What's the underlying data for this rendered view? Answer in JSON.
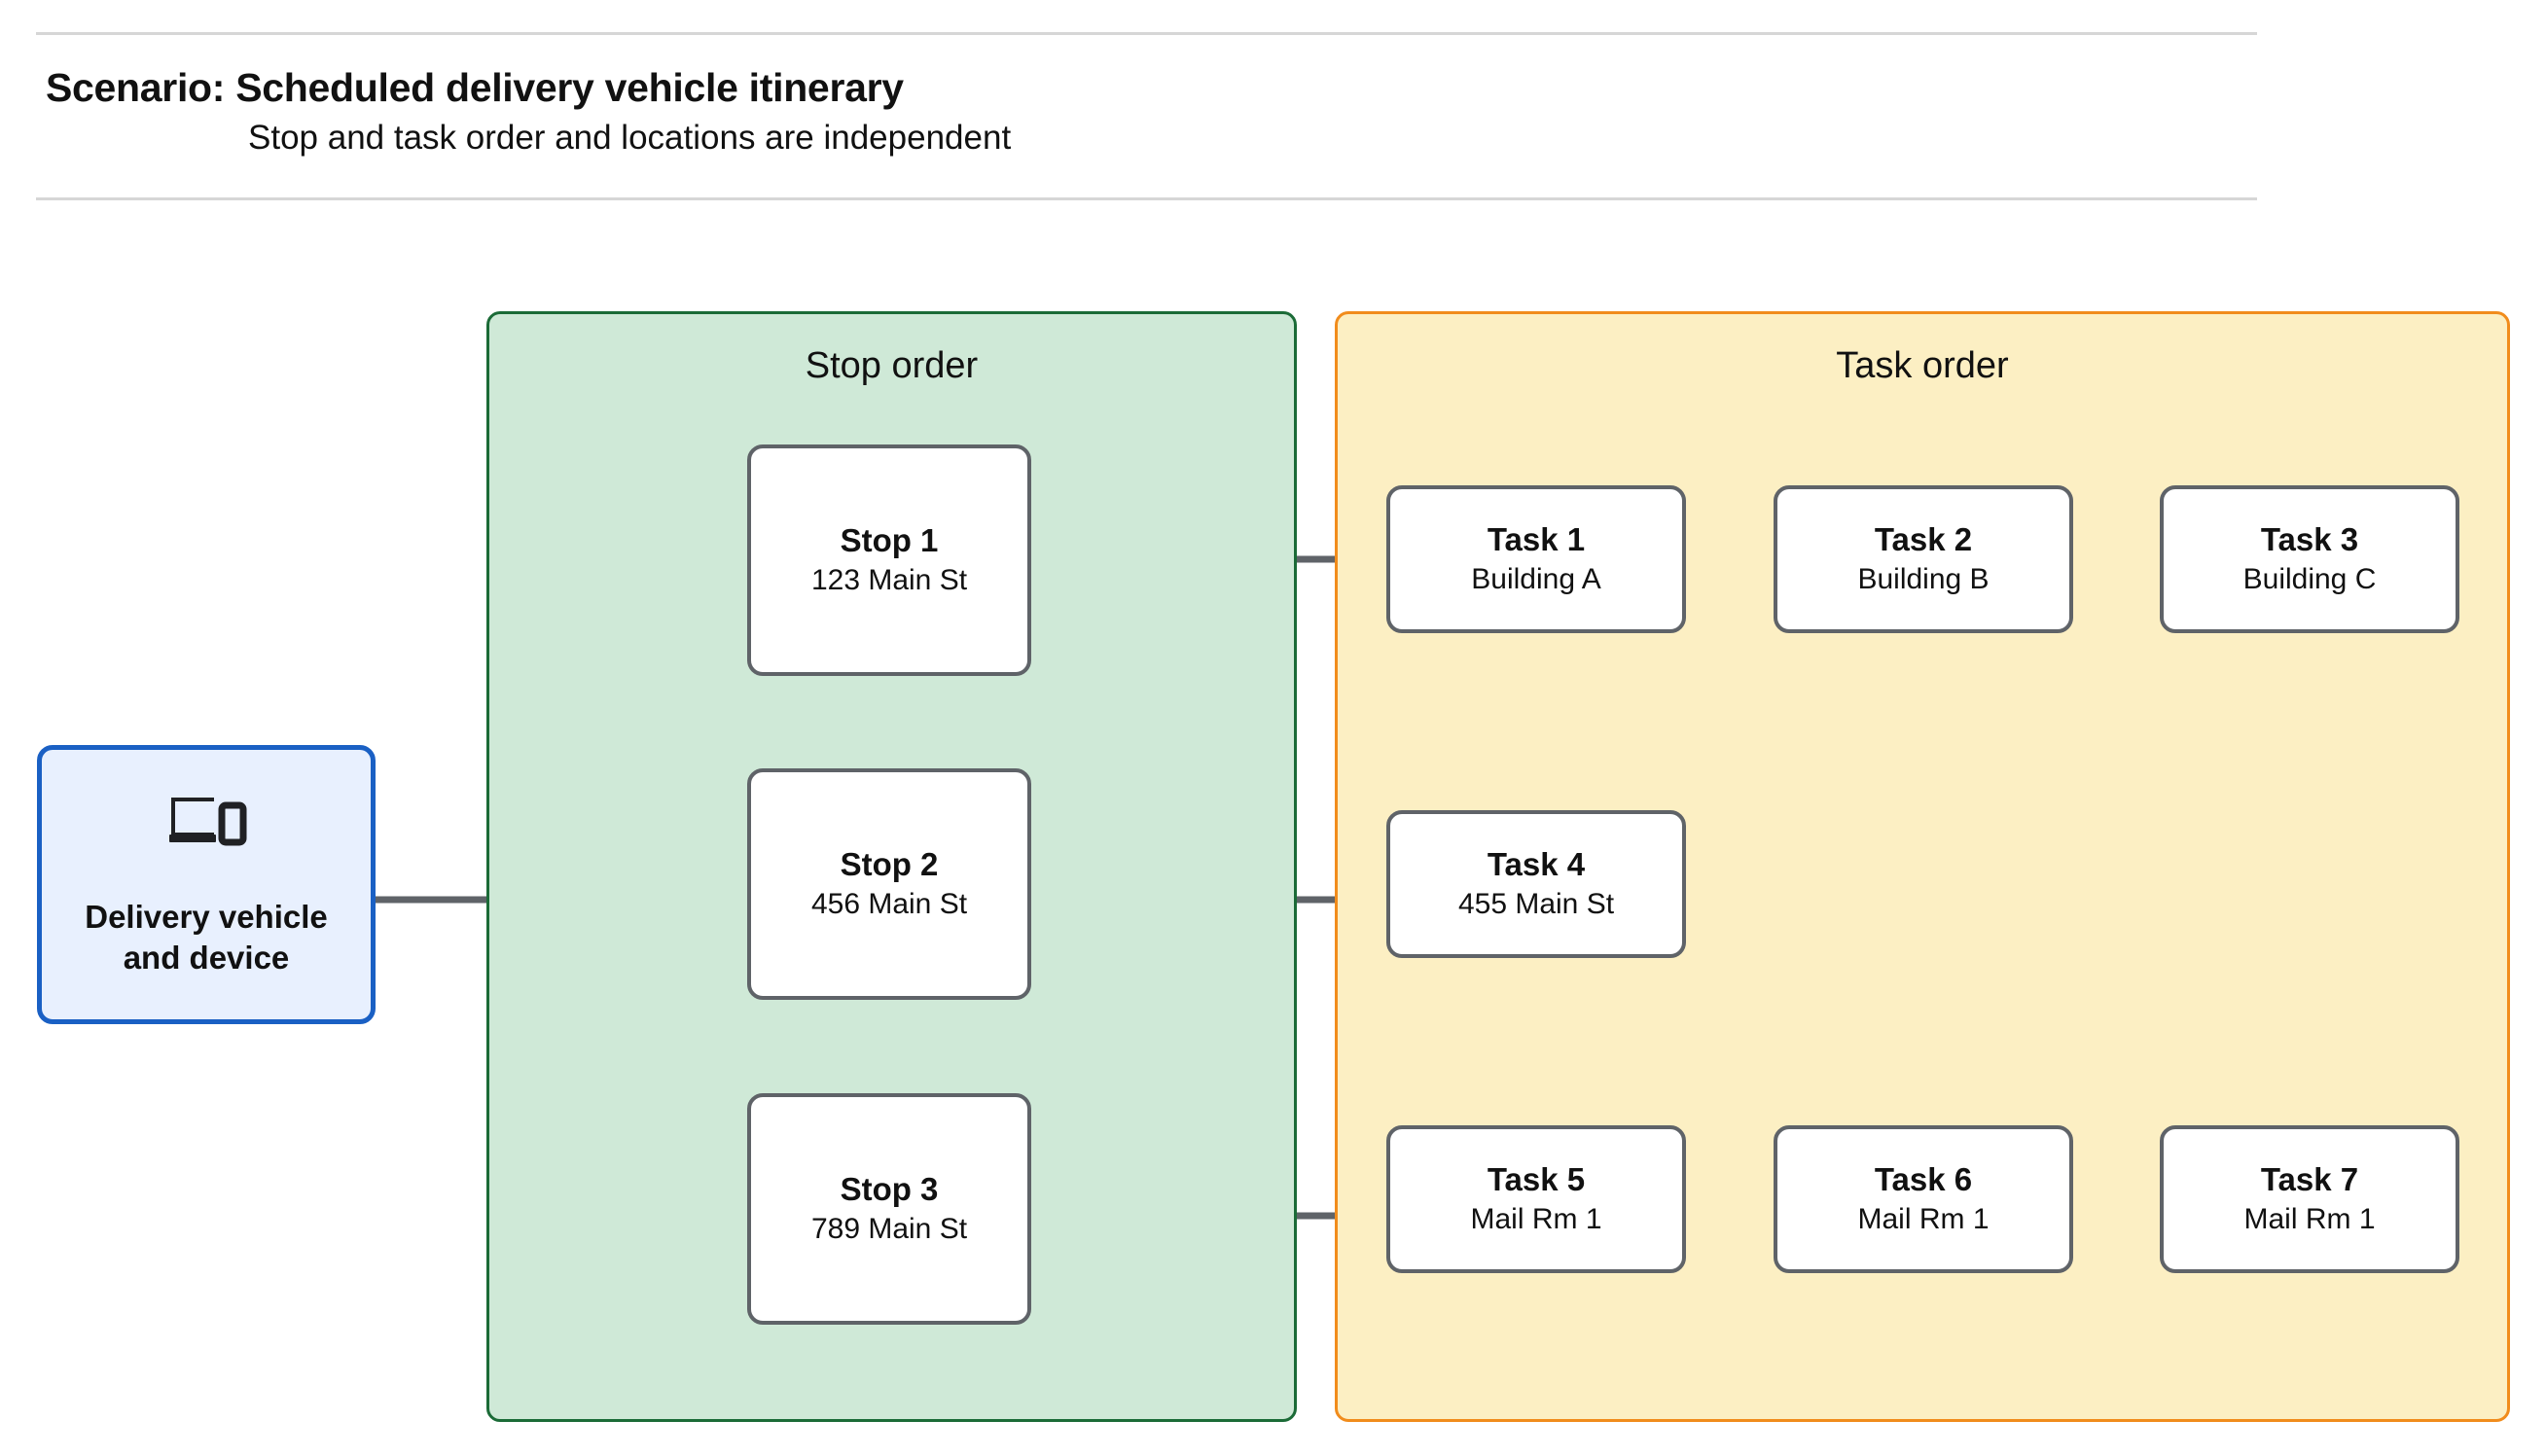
{
  "header": {
    "title": "Scenario: Scheduled delivery vehicle itinerary",
    "subtitle": "Stop and task order and locations are independent"
  },
  "device": {
    "label": "Delivery vehicle\nand device",
    "icon": "devices-icon",
    "fill_color": "#e8f0fe",
    "border_color": "#1a60c4"
  },
  "panels": {
    "stop": {
      "title": "Stop order",
      "fill_color": "#cfe9d7",
      "border_color": "#1b6b37"
    },
    "task": {
      "title": "Task order",
      "fill_color": "#fcefc3",
      "border_color": "#f18c1c"
    }
  },
  "stops": [
    {
      "title": "Stop 1",
      "location": "123 Main St"
    },
    {
      "title": "Stop 2",
      "location": "456 Main St"
    },
    {
      "title": "Stop 3",
      "location": "789 Main St"
    }
  ],
  "tasks": [
    {
      "title": "Task 1",
      "location": "Building A"
    },
    {
      "title": "Task 2",
      "location": "Building B"
    },
    {
      "title": "Task 3",
      "location": "Building C"
    },
    {
      "title": "Task 4",
      "location": "455 Main St"
    },
    {
      "title": "Task 5",
      "location": "Mail Rm 1"
    },
    {
      "title": "Task 6",
      "location": "Mail Rm 1"
    },
    {
      "title": "Task 7",
      "location": "Mail Rm 1"
    }
  ],
  "edge_color": "#5f6368",
  "rule_color": "#d6d6d6"
}
